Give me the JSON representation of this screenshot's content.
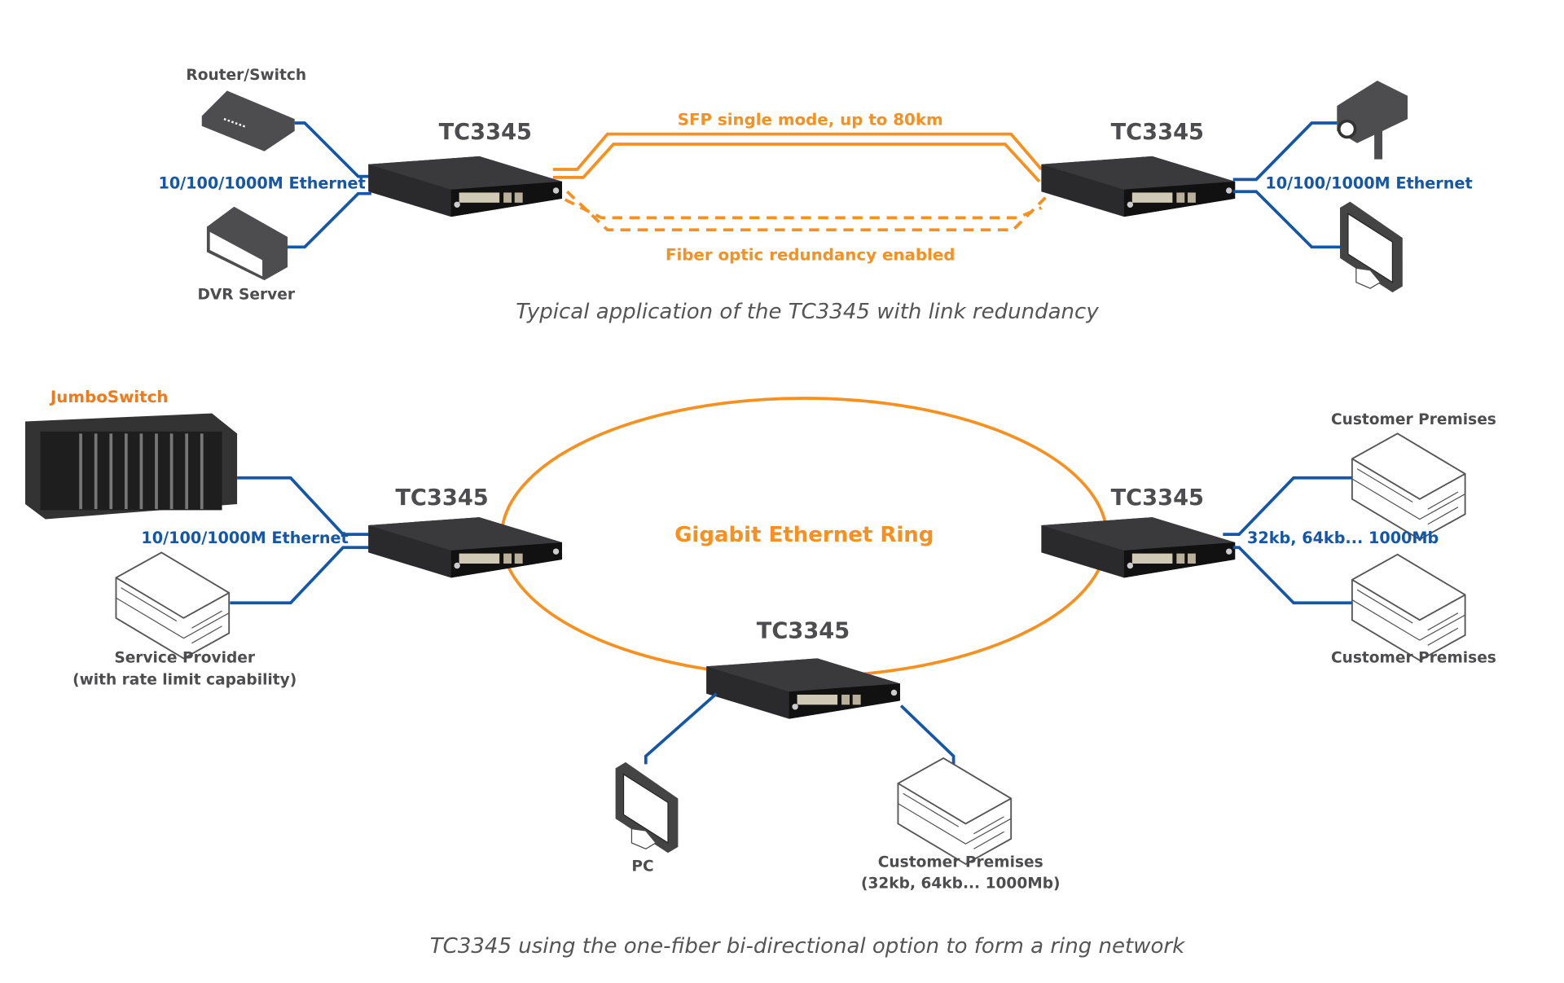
{
  "top": {
    "router_label": "Router/Switch",
    "dvr_label": "DVR Server",
    "left_device": "TC3345",
    "right_device": "TC3345",
    "left_ethernet": "10/100/1000M Ethernet",
    "right_ethernet": "10/100/1000M Ethernet",
    "sfp_label": "SFP single mode, up to 80km",
    "redundancy_label": "Fiber optic redundancy enabled",
    "caption": "Typical application of the TC3345  with link redundancy"
  },
  "bottom": {
    "logo": "JumboSwitch",
    "ethernet_label": "10/100/1000M Ethernet",
    "service_provider": "Service Provider",
    "service_provider_note": "(with rate limit capability)",
    "left_device": "TC3345",
    "right_device": "TC3345",
    "bottom_device": "TC3345",
    "ring_label": "Gigabit Ethernet Ring",
    "premises_top": "Customer Premises",
    "premises_bottom": "Customer Premises",
    "rate_label": "32kb, 64kb... 1000Mb",
    "pc_label": "PC",
    "premises_center": "Customer Premises",
    "premises_center_note": "(32kb, 64kb... 1000Mb)",
    "caption": "TC3345 using the one-fiber bi-directional option to form a ring network"
  },
  "colors": {
    "ethernet": "#1456a8",
    "fiber": "#f7901e",
    "text": "#4d4d4f",
    "device": "#2a2a2c"
  }
}
